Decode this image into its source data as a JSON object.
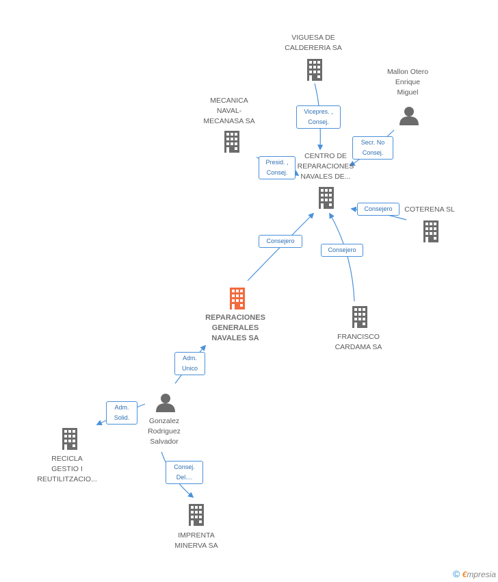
{
  "nodes": {
    "viguesa": {
      "label": "VIGUESA DE\nCALDERERIA SA",
      "icon": "building-icon"
    },
    "mallon": {
      "label": "Mallon Otero\nEnrique\nMiguel",
      "icon": "person-icon"
    },
    "mecanica": {
      "label": "MECANICA\nNAVAL-\nMECANASA SA",
      "icon": "building-icon"
    },
    "centro": {
      "label": "CENTRO DE\nREPARACIONES\nNAVALES DE...",
      "icon": "building-icon"
    },
    "coterena": {
      "label": "COTERENA SL",
      "icon": "building-icon"
    },
    "reparaciones": {
      "label": "REPARACIONES\nGENERALES\nNAVALES SA",
      "icon": "building-icon"
    },
    "francisco": {
      "label": "FRANCISCO\nCARDAMA SA",
      "icon": "building-icon"
    },
    "gonzalez": {
      "label": "Gonzalez\nRodriguez\nSalvador",
      "icon": "person-icon"
    },
    "recicla": {
      "label": "RECICLA\nGESTIO I\nREUTILITZACIO...",
      "icon": "building-icon"
    },
    "imprenta": {
      "label": "IMPRENTA\nMINERVA SA",
      "icon": "building-icon"
    }
  },
  "edges": {
    "viguesa_centro": "Vicepres. ,\nConsej.",
    "mallon_centro": "Secr.  No\nConsej.",
    "mecanica_centro": "Presid. ,\nConsej.",
    "coterena_centro": "Consejero",
    "reparaciones_centro": "Consejero",
    "francisco_centro": "Consejero",
    "gonzalez_reparaciones": "Adm.\nUnico",
    "gonzalez_recicla": "Adm.\nSolid.",
    "gonzalez_imprenta": "Consej.\nDel...."
  },
  "colors": {
    "node": "#6b6b6b",
    "center": "#f26a3d",
    "edge": "#4a90d9"
  },
  "footer": {
    "copyright": "©",
    "brand_initial": "€",
    "brand_rest": "mpresia"
  }
}
